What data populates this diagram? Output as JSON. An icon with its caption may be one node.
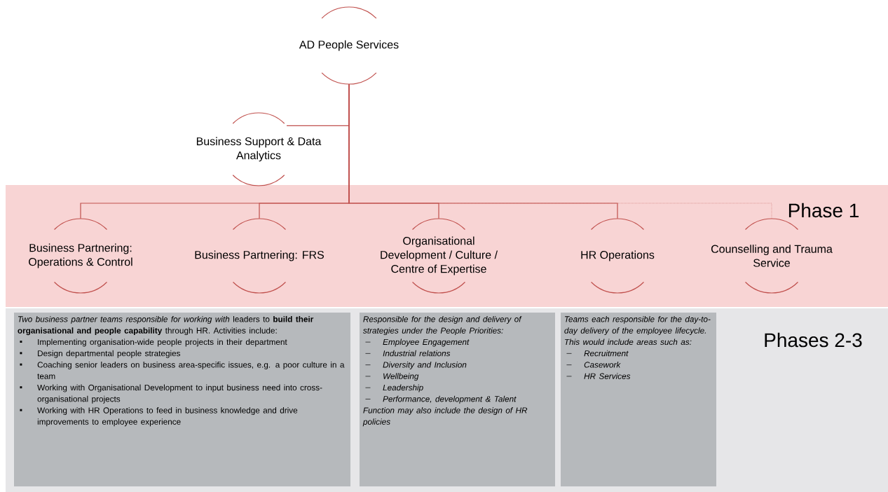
{
  "diagram": {
    "nodes": [
      {
        "text": [
          "AD People Services"
        ]
      },
      {
        "text": [
          "Business Support & Data Analytics"
        ]
      },
      {
        "text": [
          "Business Partnering: Operations & Control"
        ],
        "in": 7
      },
      {
        "text": [
          "Business Partnering: FRS"
        ],
        "in": 7
      },
      {
        "text": [
          "Organisational Development / Culture / Centre of Expertise"
        ],
        "in": 7
      },
      {
        "text": [
          "HR Operations"
        ],
        "in": 7
      },
      {
        "text": [
          "Counselling and Trauma Service"
        ],
        "in": 7
      },
      {
        "text": [
          "Phase 1"
        ]
      },
      {
        "text": [
          "Phases 2-3"
        ]
      },
      {
        "text": [
          "*Two business partner teams responsible for working with* leaders to **build their organisational and people capability** through HR. Activities include:",
          "Implementing organisation-wide people projects in their department",
          "Design departmental people strategies",
          "Coaching senior leaders on business area-specific issues, e.g. a poor culture in a team",
          "Working with Organisational Development to input business need into cross-organisational projects",
          "Working with HR Operations to feed in business knowledge and drive improvements to employee experience"
        ],
        "in": 8
      },
      {
        "text": [
          "Responsible for the design and delivery of strategies under the People Priorities:",
          "Employee Engagement",
          "Industrial relations",
          "Diversity and Inclusion",
          "Wellbeing",
          "Leadership",
          "Performance, development & Talent",
          "Function may also include the design of HR policies"
        ],
        "in": 8
      },
      {
        "text": [
          "Teams each responsible for the day-to-day delivery of the employee lifecycle. This would include areas such as:",
          "Recruitment",
          "Casework",
          "HR Services"
        ],
        "in": 8
      }
    ],
    "edges": [
      {
        "from": 0,
        "to": 6,
        "arrow": "none",
        "style": "dashed"
      },
      {
        "from": 0,
        "to": 1,
        "arrow": "none"
      },
      {
        "from": 0,
        "to": 2,
        "arrow": "none"
      },
      {
        "from": 0,
        "to": 3,
        "arrow": "none"
      },
      {
        "from": 0,
        "to": 4,
        "arrow": "none"
      },
      {
        "from": 0,
        "to": 5,
        "arrow": "none"
      }
    ]
  }
}
